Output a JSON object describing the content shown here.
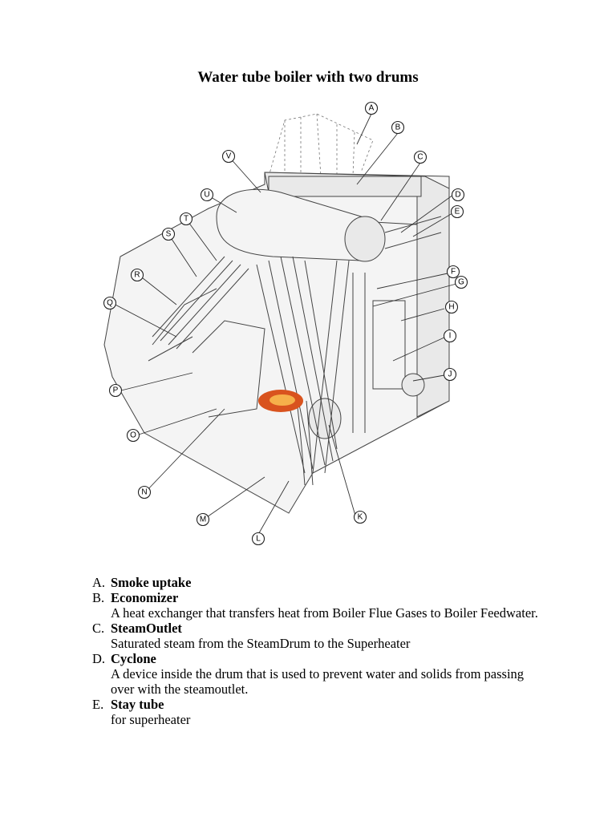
{
  "document": {
    "title": "Water tube boiler with two drums"
  },
  "figure": {
    "callouts": [
      "A",
      "B",
      "C",
      "D",
      "E",
      "F",
      "G",
      "H",
      "I",
      "J",
      "K",
      "L",
      "M",
      "N",
      "O",
      "P",
      "Q",
      "R",
      "S",
      "T",
      "U",
      "V"
    ]
  },
  "legend": [
    {
      "letter": "A.",
      "term": "Smoke uptake",
      "desc": ""
    },
    {
      "letter": "B.",
      "term": "Economizer",
      "desc": "A heat exchanger that transfers heat from Boiler Flue Gases to Boiler Feedwater."
    },
    {
      "letter": "C.",
      "term": "SteamOutlet",
      "desc": "Saturated steam from the SteamDrum to the Superheater"
    },
    {
      "letter": "D.",
      "term": "Cyclone",
      "desc": "A device inside the drum that is used to prevent water and solids from passing over with the steamoutlet."
    },
    {
      "letter": "E.",
      "term": "Stay tube",
      "desc": "for superheater"
    }
  ]
}
